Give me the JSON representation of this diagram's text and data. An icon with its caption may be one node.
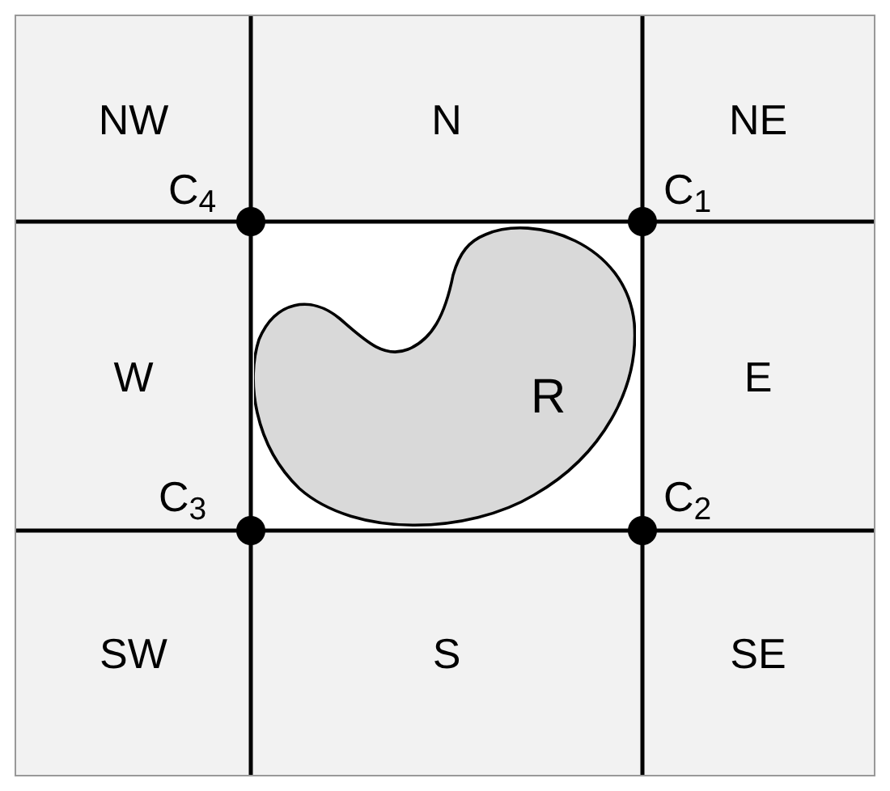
{
  "diagram": {
    "nodes": [
      {
        "text": [
          "NW"
        ]
      },
      {
        "text": [
          "N"
        ]
      },
      {
        "text": [
          "NE"
        ]
      },
      {
        "text": [
          "W"
        ]
      },
      {
        "text": [],
        "shape": "box"
      },
      {
        "text": [
          "R"
        ],
        "in": 4
      },
      {
        "text": [
          "E"
        ]
      },
      {
        "text": [
          "SW"
        ]
      },
      {
        "text": [
          "S"
        ]
      },
      {
        "text": [
          "SE"
        ]
      }
    ],
    "labels": [
      "C$_{4}$",
      "C$_{1}$",
      "C$_{3}$",
      "C$_{2}$"
    ]
  }
}
